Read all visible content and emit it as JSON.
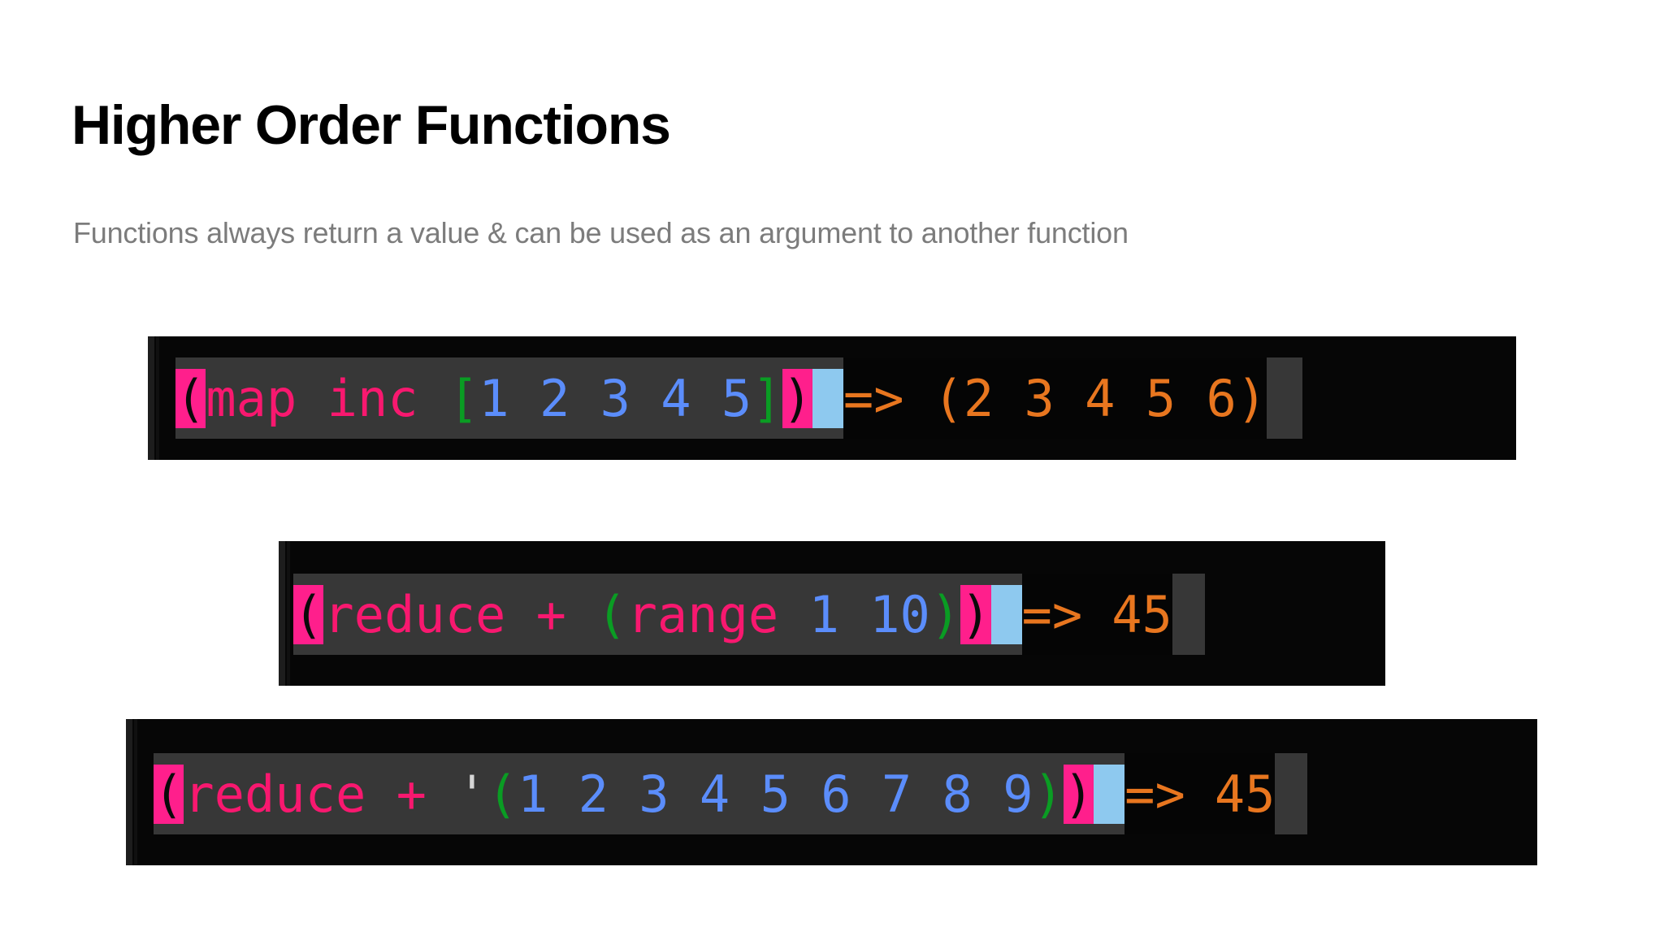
{
  "slide": {
    "title": "Higher Order Functions",
    "subtitle": "Functions always return a value & can be used as an argument to another function"
  },
  "colors": {
    "background": "#ffffff",
    "title_text": "#000000",
    "subtitle_text": "#7c7c7c",
    "terminal_outer": "#060606",
    "code_line_bg": "#373737",
    "output_bg": "#050505",
    "paren_highlight_bg": "#ff1f8c",
    "cursor_bg": "#8ec9ef",
    "symbol_pink": "#f8186f",
    "bracket_green": "#0a9c23",
    "number_blue": "#5b8dfb",
    "output_orange": "#e8761f",
    "quote_gray": "#d6d6d6"
  },
  "repl_blocks": [
    {
      "id": "block-1",
      "expression": "(map inc [1 2 3 4 5])",
      "arrow": "=>",
      "result": "(2 3 4 5 6)",
      "tokens": {
        "open_paren": "(",
        "fn_name": "map",
        "arg_fn": "inc",
        "open_bracket": "[",
        "numbers": [
          "1",
          "2",
          "3",
          "4",
          "5"
        ],
        "close_bracket": "]",
        "close_paren": ")"
      }
    },
    {
      "id": "block-2",
      "expression": "(reduce + (range 1 10))",
      "arrow": "=>",
      "result": "45",
      "tokens": {
        "open_paren": "(",
        "fn_name": "reduce",
        "operator": "+",
        "inner_open_paren": "(",
        "inner_fn": "range",
        "numbers": [
          "1",
          "10"
        ],
        "inner_close_paren": ")",
        "close_paren": ")"
      }
    },
    {
      "id": "block-3",
      "expression": "(reduce + '(1 2 3 4 5 6 7 8 9))",
      "arrow": "=>",
      "result": "45",
      "tokens": {
        "open_paren": "(",
        "fn_name": "reduce",
        "operator": "+",
        "quote": "'",
        "inner_open_paren": "(",
        "numbers": [
          "1",
          "2",
          "3",
          "4",
          "5",
          "6",
          "7",
          "8",
          "9"
        ],
        "inner_close_paren": ")",
        "close_paren": ")"
      }
    }
  ]
}
